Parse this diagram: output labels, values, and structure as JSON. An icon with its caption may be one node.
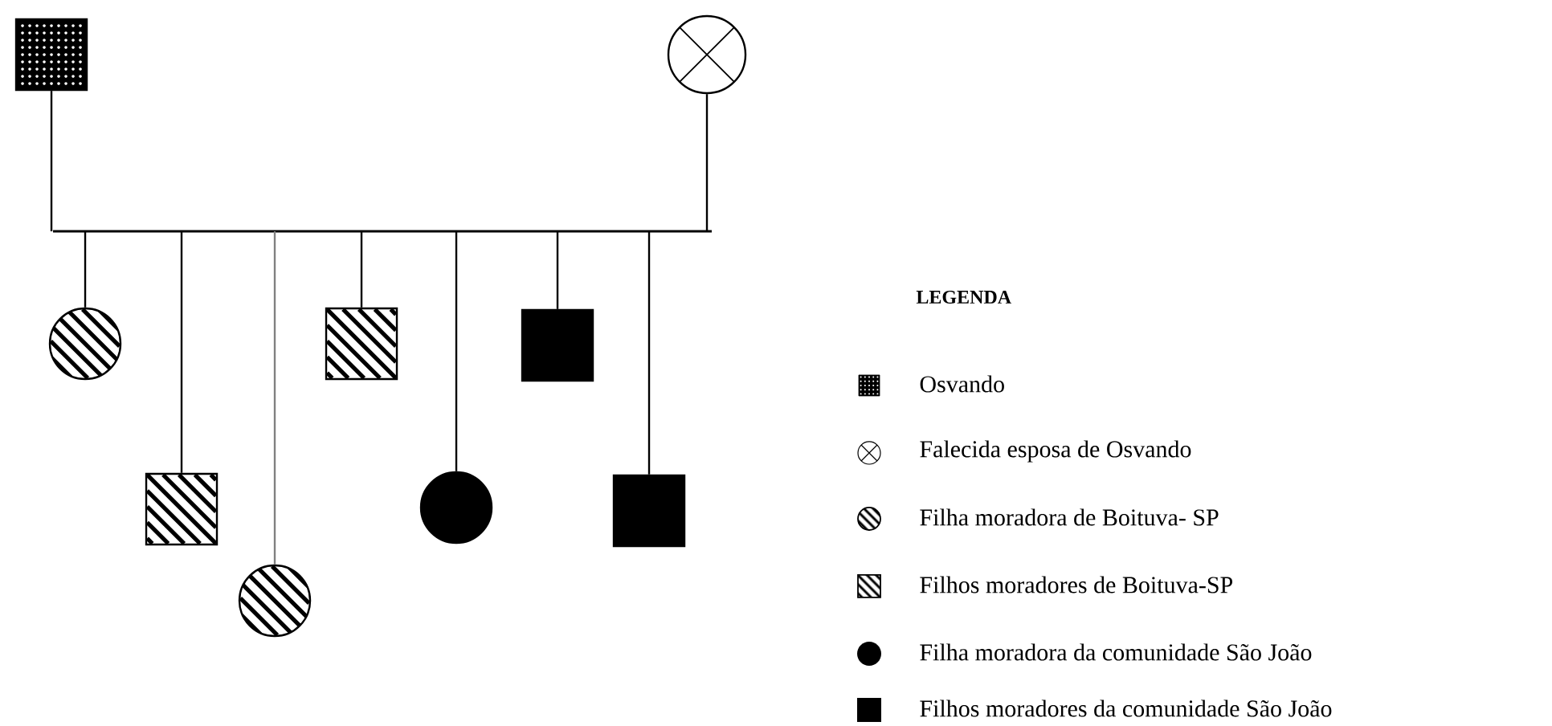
{
  "diagram": {
    "nodes": [
      {
        "text": [],
        "shape": "box"
      },
      {
        "text": [],
        "shape": "circle"
      },
      {
        "text": [],
        "shape": "bar"
      },
      {
        "text": [],
        "shape": "circle"
      },
      {
        "text": [],
        "shape": "box"
      },
      {
        "text": [],
        "shape": "circle"
      },
      {
        "text": [],
        "shape": "box"
      },
      {
        "text": [],
        "shape": "circle"
      },
      {
        "text": [],
        "shape": "box"
      },
      {
        "text": [],
        "shape": "box"
      }
    ],
    "edges": [
      {
        "from": 0,
        "to": 2,
        "arrow": "none"
      },
      {
        "from": 1,
        "to": 2,
        "arrow": "none"
      },
      {
        "from": 2,
        "to": 3,
        "arrow": "none"
      },
      {
        "from": 2,
        "to": 4,
        "arrow": "none"
      },
      {
        "from": 2,
        "to": 5,
        "arrow": "none",
        "color": "#808080"
      },
      {
        "from": 2,
        "to": 6,
        "arrow": "none"
      },
      {
        "from": 2,
        "to": 7,
        "arrow": "none"
      },
      {
        "from": 2,
        "to": 8,
        "arrow": "none"
      },
      {
        "from": 2,
        "to": 9,
        "arrow": "none"
      }
    ],
    "labels": [
      "LEGENDA"
    ],
    "legend": [
      {
        "text": "Osvando"
      },
      {
        "text": "Falecida esposa de Osvando"
      },
      {
        "text": "Filha moradora de Boituva- SP"
      },
      {
        "text": "Filhos moradores de Boituva-SP"
      },
      {
        "text": "Filha moradora da comunidade São João"
      },
      {
        "text": "Filhos moradores da comunidade São João"
      }
    ]
  }
}
